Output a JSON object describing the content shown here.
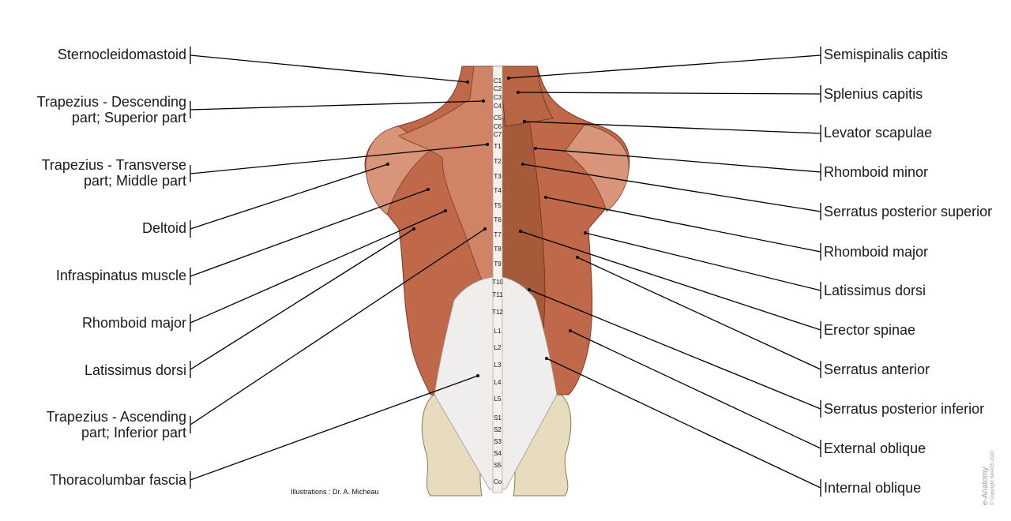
{
  "labels_left": [
    {
      "id": "sternocleidomastoid",
      "lines": [
        "Sternocleidomastoid"
      ]
    },
    {
      "id": "trapezius-descending",
      "lines": [
        "Trapezius - Descending",
        "part; Superior part"
      ]
    },
    {
      "id": "trapezius-transverse",
      "lines": [
        "Trapezius - Transverse",
        "part; Middle part"
      ]
    },
    {
      "id": "deltoid",
      "lines": [
        "Deltoid"
      ]
    },
    {
      "id": "infraspinatus",
      "lines": [
        "Infraspinatus muscle"
      ]
    },
    {
      "id": "rhomboid-major-left",
      "lines": [
        "Rhomboid major"
      ]
    },
    {
      "id": "latissimus-dorsi-left",
      "lines": [
        "Latissimus dorsi"
      ]
    },
    {
      "id": "trapezius-ascending",
      "lines": [
        "Trapezius - Ascending",
        "part; Inferior part"
      ]
    },
    {
      "id": "thoracolumbar-fascia",
      "lines": [
        "Thoracolumbar fascia"
      ]
    }
  ],
  "labels_right": [
    {
      "id": "semispinalis-capitis",
      "lines": [
        "Semispinalis capitis"
      ]
    },
    {
      "id": "splenius-capitis",
      "lines": [
        "Splenius capitis"
      ]
    },
    {
      "id": "levator-scapulae",
      "lines": [
        "Levator scapulae"
      ]
    },
    {
      "id": "rhomboid-minor",
      "lines": [
        "Rhomboid minor"
      ]
    },
    {
      "id": "serratus-posterior-superior",
      "lines": [
        "Serratus posterior superior"
      ]
    },
    {
      "id": "rhomboid-major-right",
      "lines": [
        "Rhomboid major"
      ]
    },
    {
      "id": "latissimus-dorsi-right",
      "lines": [
        "Latissimus dorsi"
      ]
    },
    {
      "id": "erector-spinae",
      "lines": [
        "Erector spinae"
      ]
    },
    {
      "id": "serratus-anterior",
      "lines": [
        "Serratus anterior"
      ]
    },
    {
      "id": "serratus-posterior-inferior",
      "lines": [
        "Serratus posterior inferior"
      ]
    },
    {
      "id": "external-oblique",
      "lines": [
        "External oblique"
      ]
    },
    {
      "id": "internal-oblique",
      "lines": [
        "Internal oblique"
      ]
    }
  ],
  "vertebrae": [
    "C1",
    "C2",
    "C3",
    "C4",
    "C5",
    "C6",
    "C7",
    "T1",
    "T2",
    "T3",
    "T4",
    "T5",
    "T6",
    "T7",
    "T8",
    "T9",
    "T10",
    "T11",
    "T12",
    "L1",
    "L2",
    "L3",
    "L4",
    "L5",
    "S1",
    "S2",
    "S3",
    "S4",
    "S5",
    "Co"
  ],
  "credit": "Illustrations : Dr. A. Micheau",
  "watermark": {
    "brand": "e-Anatomy",
    "copyright": "© Copyright IMAIOS 2022"
  },
  "colors": {
    "muscle_dark": "#9c4f33",
    "muscle_mid": "#c0694a",
    "muscle_light": "#d9957a",
    "fascia": "#efeeec",
    "bone": "#e8dcbe",
    "leader": "#000000"
  }
}
